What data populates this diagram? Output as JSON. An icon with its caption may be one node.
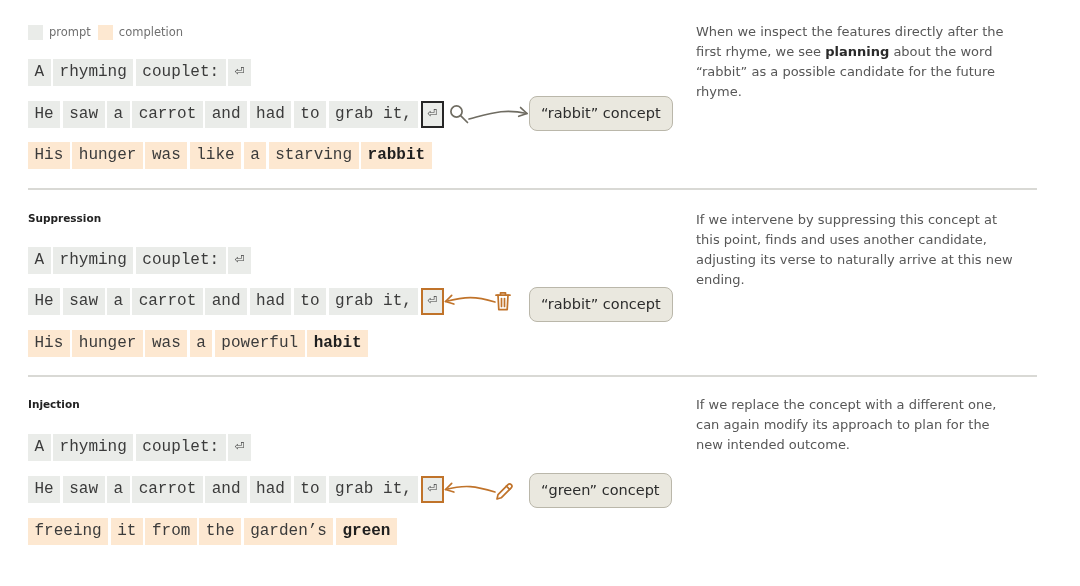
{
  "diagram": {
    "nodes": [
      {
        "text": [
          "A"
        ]
      },
      {
        "text": [
          "rhyming"
        ]
      },
      {
        "text": [
          "couplet:"
        ]
      },
      {
        "text": [
          "⏎"
        ]
      },
      {
        "text": [
          "He"
        ]
      },
      {
        "text": [
          "saw"
        ]
      },
      {
        "text": [
          "a"
        ]
      },
      {
        "text": [
          "carrot"
        ]
      },
      {
        "text": [
          "and"
        ]
      },
      {
        "text": [
          "had"
        ]
      },
      {
        "text": [
          "to"
        ]
      },
      {
        "text": [
          "grab it,"
        ]
      },
      {
        "text": [
          "⏎"
        ]
      },
      {
        "text": [],
        "shape": "picture"
      },
      {
        "text": [
          "“rabbit” concept"
        ]
      },
      {
        "text": [
          "His"
        ]
      },
      {
        "text": [
          "hunger"
        ]
      },
      {
        "text": [
          "was"
        ]
      },
      {
        "text": [
          "like"
        ]
      },
      {
        "text": [
          "a"
        ]
      },
      {
        "text": [
          "starving"
        ]
      },
      {
        "text": [
          "rabbit"
        ]
      },
      {
        "text": [
          "A"
        ]
      },
      {
        "text": [
          "rhyming"
        ]
      },
      {
        "text": [
          "couplet:"
        ]
      },
      {
        "text": [
          "⏎"
        ]
      },
      {
        "text": [
          "He"
        ]
      },
      {
        "text": [
          "saw"
        ]
      },
      {
        "text": [
          "a"
        ]
      },
      {
        "text": [
          "carrot"
        ]
      },
      {
        "text": [
          "and"
        ]
      },
      {
        "text": [
          "had"
        ]
      },
      {
        "text": [
          "to"
        ]
      },
      {
        "text": [
          "grab it,"
        ]
      },
      {
        "text": [
          "⏎"
        ]
      },
      {
        "text": [],
        "shape": "picture"
      },
      {
        "text": [
          "“rabbit” concept"
        ]
      },
      {
        "text": [
          "His"
        ]
      },
      {
        "text": [
          "hunger"
        ]
      },
      {
        "text": [
          "was"
        ]
      },
      {
        "text": [
          "a"
        ]
      },
      {
        "text": [
          "powerful"
        ]
      },
      {
        "text": [
          "habit"
        ]
      },
      {
        "text": [
          "A"
        ]
      },
      {
        "text": [
          "rhyming"
        ]
      },
      {
        "text": [
          "couplet:"
        ]
      },
      {
        "text": [
          "⏎"
        ]
      },
      {
        "text": [
          "He"
        ]
      },
      {
        "text": [
          "saw"
        ]
      },
      {
        "text": [
          "a"
        ]
      },
      {
        "text": [
          "carrot"
        ]
      },
      {
        "text": [
          "and"
        ]
      },
      {
        "text": [
          "had"
        ]
      },
      {
        "text": [
          "to"
        ]
      },
      {
        "text": [
          "grab it,"
        ]
      },
      {
        "text": [
          "⏎"
        ]
      },
      {
        "text": [],
        "shape": "picture"
      },
      {
        "text": [
          "“green” concept"
        ]
      },
      {
        "text": [
          "freeing"
        ]
      },
      {
        "text": [
          "it"
        ]
      },
      {
        "text": [
          "from"
        ]
      },
      {
        "text": [
          "the"
        ]
      },
      {
        "text": [
          "garden’s"
        ]
      },
      {
        "text": [
          "green"
        ]
      }
    ],
    "edges": [
      {
        "from": 13,
        "to": 14,
        "arrow": "to",
        "color": "#6f6c62"
      },
      {
        "from": 35,
        "to": 34,
        "arrow": "to"
      },
      {
        "from": 56,
        "to": 55,
        "arrow": "to"
      }
    ],
    "labels": [
      "When we inspect the features directly after the first rhyme, we see **planning** about the word “rabbit” as a possible candidate for the future rhyme.",
      "Suppression",
      "If we intervene by suppressing this concept at this point, finds and uses another candidate, adjusting its verse to naturally arrive at this new ending.",
      "Injection",
      "If we replace the concept with a different one, can again modify its approach to plan for the new intended outcome."
    ],
    "legend": [
      {
        "text": "prompt",
        "color": "#eaece9"
      },
      {
        "text": "completion",
        "color": "#fde8d1"
      }
    ]
  }
}
